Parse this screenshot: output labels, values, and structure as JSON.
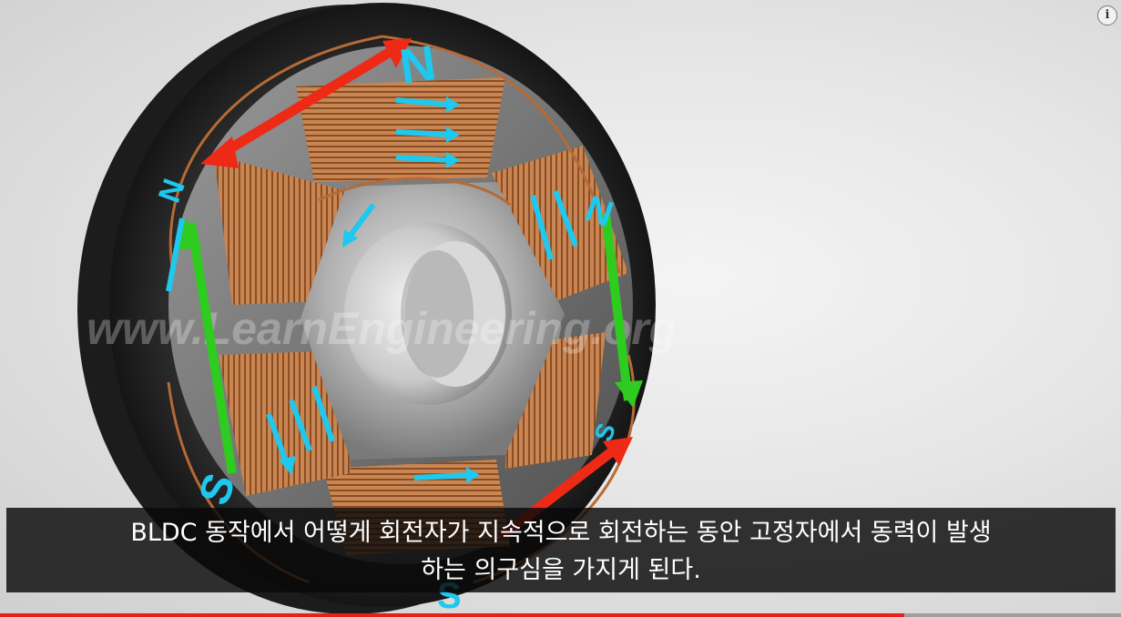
{
  "player": {
    "info_icon": "info-icon",
    "info_glyph": "i",
    "progress_fraction": 0.807,
    "progress_color": "#e62117"
  },
  "video": {
    "watermark": "www.LearnEngineering.org",
    "pole_labels": [
      "N",
      "S",
      "N",
      "S",
      "N",
      "S"
    ],
    "colors": {
      "copper": "#c07a45",
      "arrow_cyan": "#1ec8ee",
      "arrow_red": "#ee2a16",
      "arrow_green": "#2dcc1e"
    }
  },
  "caption": {
    "line1": "BLDC 동작에서 어떻게 회전자가 지속적으로 회전하는 동안 고정자에서 동력이 발생",
    "line2": "하는 의구심을 가지게 된다."
  }
}
